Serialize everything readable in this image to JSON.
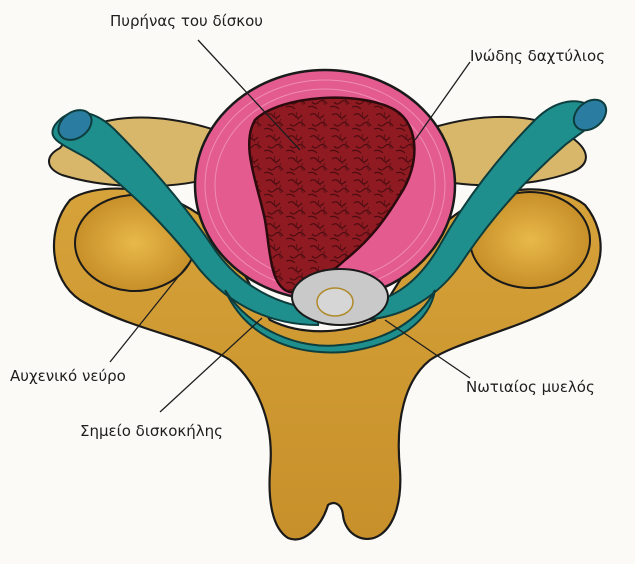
{
  "labels": {
    "nucleus": "Πυρήνας του δίσκου",
    "annulus": "Ινώδης δαχτύλιος",
    "nerve": "Αυχενικό νεύρο",
    "spinal_cord": "Νωτιαίος μυελός",
    "herniation": "Σημείο δισκοκήλης"
  },
  "colors": {
    "bone": "#d9a83c",
    "bone_light": "#e3c074",
    "nerve": "#1f8f8e",
    "annulus": "#e45b8f",
    "nucleus": "#8f1a22",
    "cord": "#c9c9c9",
    "outline": "#1a1a1a"
  }
}
